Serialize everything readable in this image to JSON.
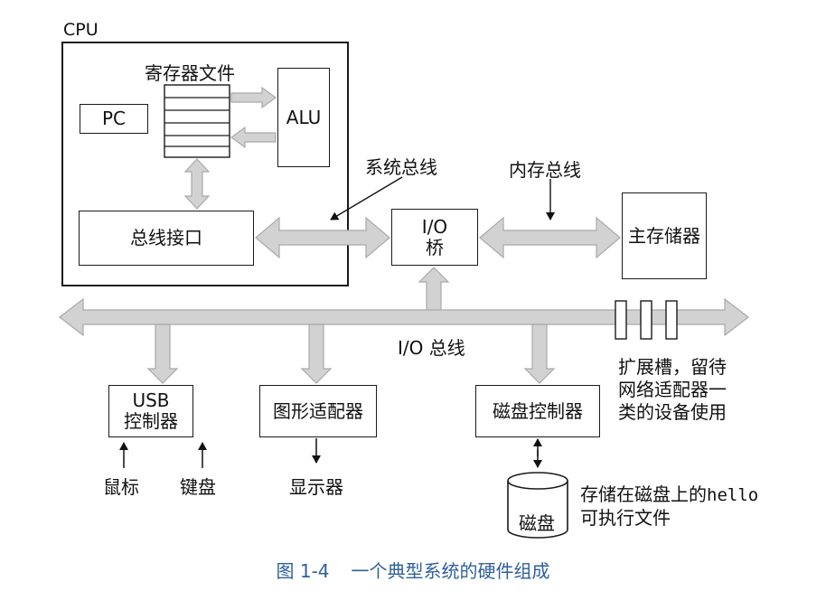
{
  "cpu": {
    "label": "CPU",
    "register_file": "寄存器文件",
    "pc": "PC",
    "alu": "ALU",
    "bus_interface": "总线接口"
  },
  "buses": {
    "system_bus": "系统总线",
    "memory_bus": "内存总线",
    "io_bus": "I/O 总线"
  },
  "io_bridge": {
    "line1": "I/O",
    "line2": "桥"
  },
  "main_memory": "主存储器",
  "devices": {
    "usb": {
      "line1": "USB",
      "line2": "控制器"
    },
    "graphics": "图形适配器",
    "disk_controller": "磁盘控制器",
    "disk": "磁盘"
  },
  "peripherals": {
    "mouse": "鼠标",
    "keyboard": "键盘",
    "display": "显示器"
  },
  "expansion_note": [
    "扩展槽，留待",
    "网络适配器一",
    "类的设备使用"
  ],
  "disk_note": {
    "prefix": "存储在磁盘上的",
    "mono": "hello",
    "line2": "可执行文件"
  },
  "caption": {
    "number": "图 1-4",
    "text": "一个典型系统的硬件组成"
  },
  "colors": {
    "bus_fill": "#d2d2d2",
    "bus_stroke": "#a9a9a9",
    "caption": "#2f5f9b"
  }
}
